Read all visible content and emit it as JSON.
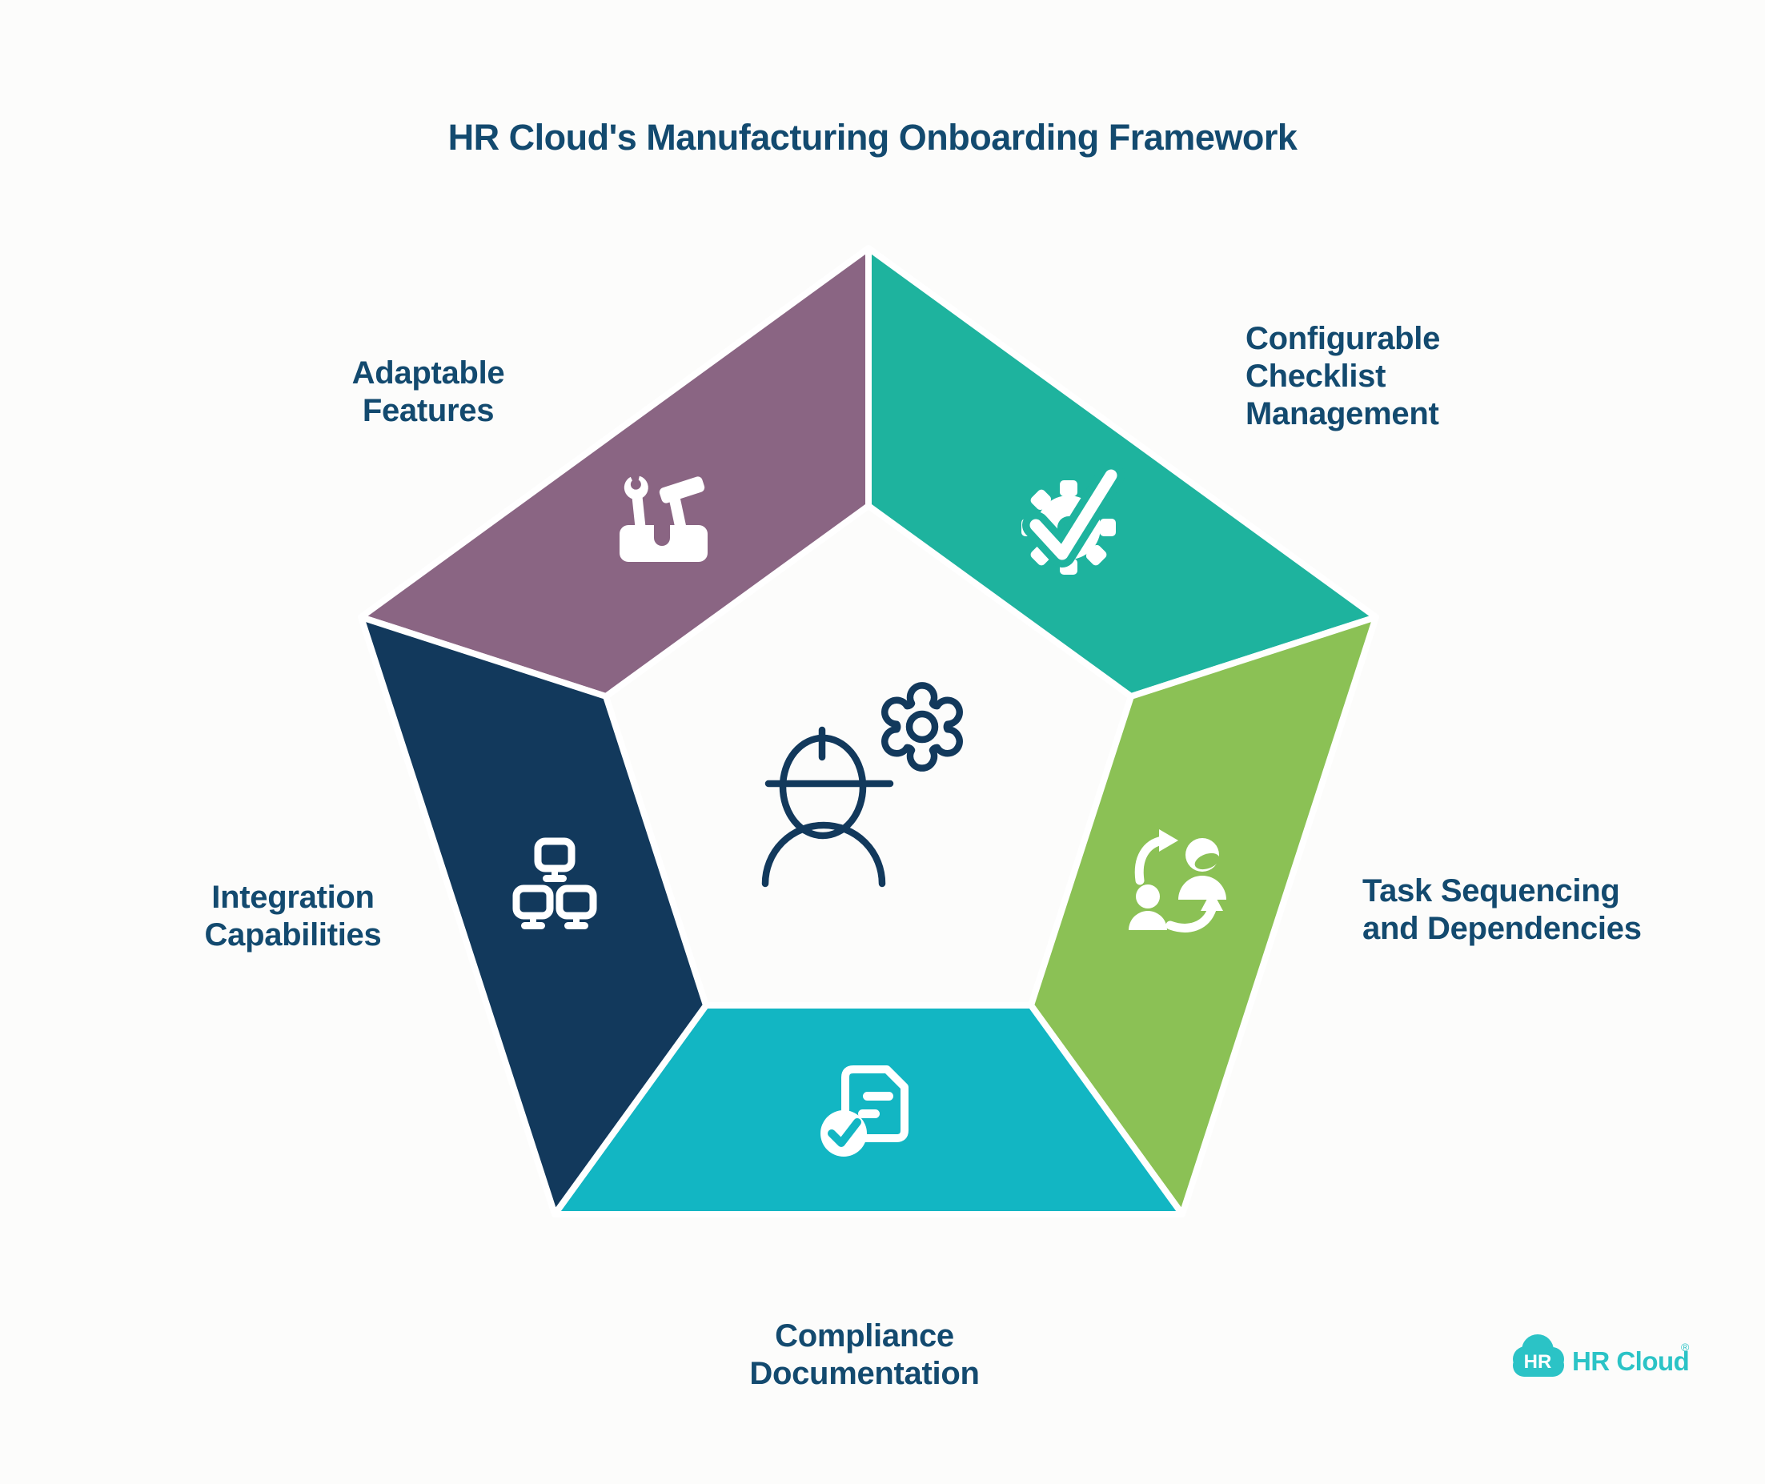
{
  "title": "HR Cloud's Manufacturing Onboarding Framework",
  "colors": {
    "background": "#fcfcfb",
    "label_text": "#134a6f",
    "divider": "#ffffff",
    "center_icon_stroke": "#12395c",
    "logo_teal": "#2bc3c6"
  },
  "segments": [
    {
      "name": "adaptable-features",
      "label_lines": [
        "Adaptable",
        "Features"
      ],
      "color": "#8a6583",
      "icon": "toolbox-icon"
    },
    {
      "name": "configurable-checklist-management",
      "label_lines": [
        "Configurable",
        "Checklist",
        "Management"
      ],
      "color": "#1eb39e",
      "icon": "gear-check-icon"
    },
    {
      "name": "task-sequencing-and-dependencies",
      "label_lines": [
        "Task Sequencing",
        "and Dependencies"
      ],
      "color": "#8bc155",
      "icon": "people-sync-icon"
    },
    {
      "name": "compliance-documentation",
      "label_lines": [
        "Compliance",
        "Documentation"
      ],
      "color": "#12b6c3",
      "icon": "document-check-icon"
    },
    {
      "name": "integration-capabilities",
      "label_lines": [
        "Integration",
        "Capabilities"
      ],
      "color": "#12395c",
      "icon": "network-icon"
    }
  ],
  "center_icon": "worker-gear-icon",
  "logo": {
    "badge_text": "HR",
    "wordmark": "HR Cloud",
    "registered_mark": "®"
  }
}
